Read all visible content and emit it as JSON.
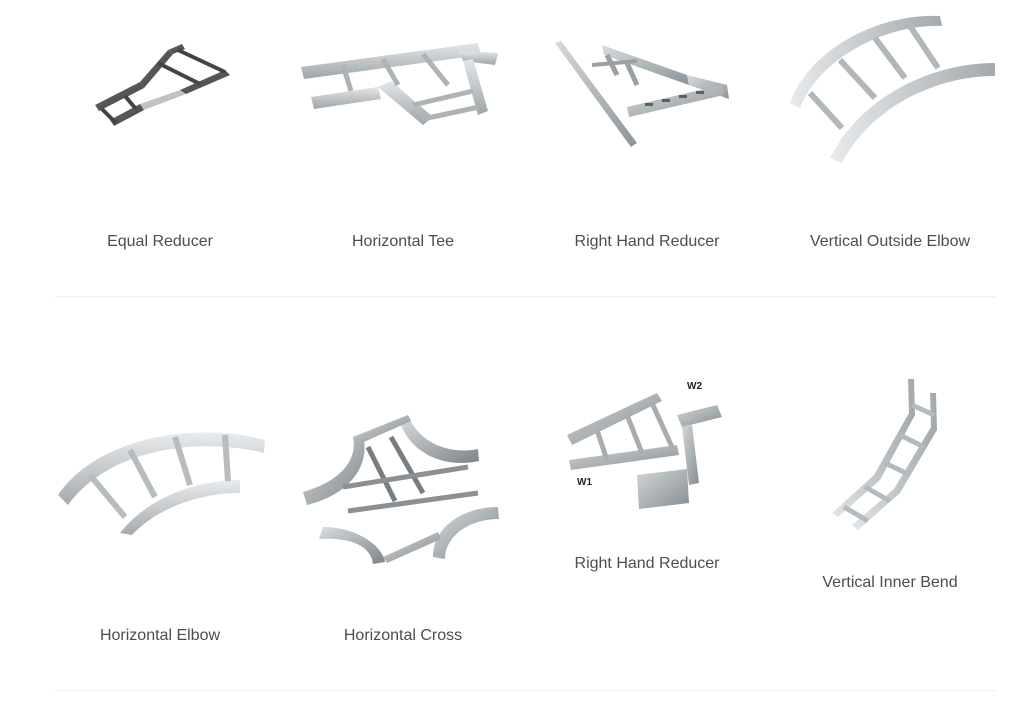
{
  "products": {
    "row1": [
      {
        "name": "Equal Reducer",
        "icon": "equal-reducer-icon"
      },
      {
        "name": "Horizontal Tee",
        "icon": "horizontal-tee-icon"
      },
      {
        "name": "Right Hand Reducer",
        "icon": "right-hand-reducer-icon"
      },
      {
        "name": "Vertical Outside Elbow",
        "icon": "vertical-outside-elbow-icon"
      }
    ],
    "row2": [
      {
        "name": "Horizontal Elbow",
        "icon": "horizontal-elbow-icon"
      },
      {
        "name": "Horizontal Cross",
        "icon": "horizontal-cross-icon"
      },
      {
        "name": "Right Hand Reducer",
        "icon": "right-hand-reducer-w-icon",
        "labels": [
          "W1",
          "W2"
        ]
      },
      {
        "name": "Vertical Inner Bend",
        "icon": "vertical-inner-bend-icon"
      }
    ]
  },
  "colors": {
    "steel_dark": "#4f5152",
    "steel_light": "#c9cdd0",
    "steel_mid": "#9ea4a8",
    "text": "#4d4d4d",
    "divider": "#eeeeee"
  }
}
